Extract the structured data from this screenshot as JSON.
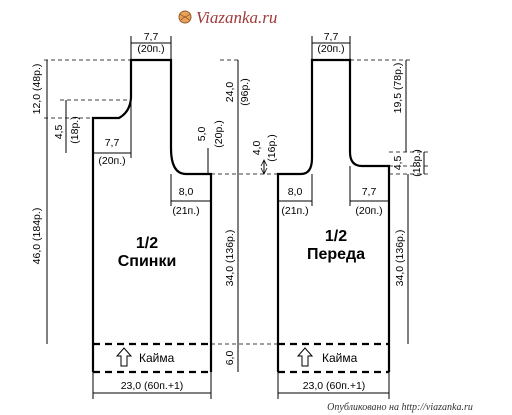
{
  "header": {
    "site_name": "Viazanka.ru"
  },
  "footer": {
    "credit": "Опубликовано на http://viazanka.ru"
  },
  "back": {
    "title_fraction": "1/2",
    "title_name": "Спинки",
    "band_label": "Кайма",
    "neck_width": "7,7",
    "neck_width_sts": "(20п.)",
    "shoulder_width": "7,7",
    "shoulder_width_sts": "(20п.)",
    "armhole_width": "8,0",
    "armhole_width_sts": "(21п.)",
    "bottom_width": "23,0 (60п.+1)",
    "height_total": "46,0 (184р.)",
    "height_upper": "12,0 (48р.)",
    "height_shoulder": "4,5",
    "height_shoulder_rows": "(18р.)",
    "armhole_depth": "5,0",
    "armhole_depth_rows": "(20р.)"
  },
  "middle": {
    "top_height": "24,0",
    "top_height_rows": "(96р.)",
    "main_height": "34,0 (136р.)",
    "band_height": "6,0",
    "neck_depth": "4,0",
    "neck_depth_rows": "(16р.)"
  },
  "front": {
    "title_fraction": "1/2",
    "title_name": "Переда",
    "band_label": "Кайма",
    "neck_width": "7,7",
    "neck_width_sts": "(20п.)",
    "shoulder_width": "7,7",
    "shoulder_width_sts": "(20п.)",
    "armhole_width": "8,0",
    "armhole_width_sts": "(21п.)",
    "bottom_width": "23,0 (60п.+1)",
    "height_upper": "19,5 (78р.)",
    "height_neck": "4,5",
    "height_neck_rows": "(18р.)",
    "height_main": "34,0 (136р.)"
  },
  "icons": [
    "ball-of-yarn-icon",
    "up-arrow-icon"
  ]
}
